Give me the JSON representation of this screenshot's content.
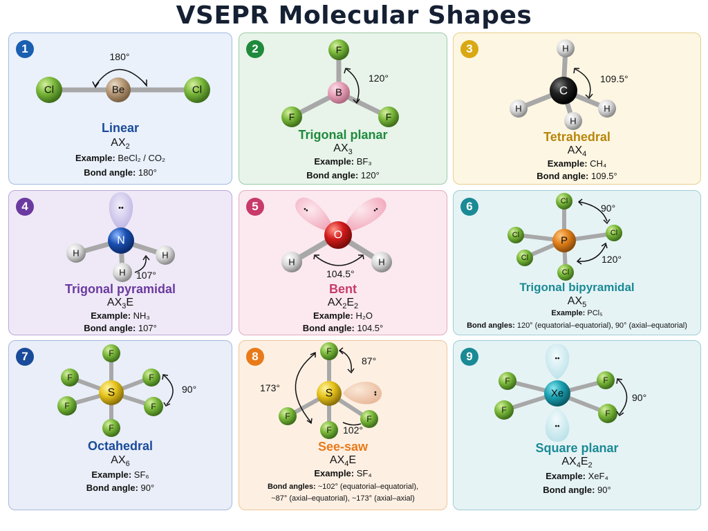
{
  "title": "VSEPR Molecular Shapes",
  "cards": [
    {
      "num": "1",
      "shape": "Linear",
      "formula": "AX₂",
      "example_label": "Example:",
      "example": "BeCl₂ / CO₂",
      "angle_label": "Bond angle:",
      "angle": "180°",
      "angle_mark": "180°",
      "central": "Be",
      "ligand": "Cl"
    },
    {
      "num": "2",
      "shape": "Trigonal planar",
      "formula": "AX₃",
      "example_label": "Example:",
      "example": "BF₃",
      "angle_label": "Bond angle:",
      "angle": "120°",
      "angle_mark": "120°",
      "central": "B",
      "ligand": "F"
    },
    {
      "num": "3",
      "shape": "Tetrahedral",
      "formula": "AX₄",
      "example_label": "Example:",
      "example": "CH₄",
      "angle_label": "Bond angle:",
      "angle": "109.5°",
      "angle_mark": "109.5°",
      "central": "C",
      "ligand": "H"
    },
    {
      "num": "4",
      "shape": "Trigonal pyramidal",
      "formula": "AX₃E",
      "example_label": "Example:",
      "example": "NH₃",
      "angle_label": "Bond angle:",
      "angle": "107°",
      "angle_mark": "107°",
      "central": "N",
      "ligand": "H"
    },
    {
      "num": "5",
      "shape": "Bent",
      "formula": "AX₂E₂",
      "example_label": "Example:",
      "example": "H₂O",
      "angle_label": "Bond angle:",
      "angle": "104.5°",
      "angle_mark": "104.5°",
      "central": "O",
      "ligand": "H"
    },
    {
      "num": "6",
      "shape": "Trigonal bipyramidal",
      "formula": "AX₅",
      "example_label": "Example:",
      "example": "PCl₅",
      "angle_label": "Bond angles:",
      "angle": "120° (equatorial–equatorial), 90° (axial–equatorial)",
      "angle_mark_a": "90°",
      "angle_mark_b": "120°",
      "central": "P",
      "ligand": "Cl"
    },
    {
      "num": "7",
      "shape": "Octahedral",
      "formula": "AX₆",
      "example_label": "Example:",
      "example": "SF₆",
      "angle_label": "Bond angle:",
      "angle": "90°",
      "angle_mark": "90°",
      "central": "S",
      "ligand": "F"
    },
    {
      "num": "8",
      "shape": "See-saw",
      "formula": "AX₄E",
      "example_label": "Example:",
      "example": "SF₄",
      "angle_label": "Bond angles:",
      "angle": "~102° (equatorial–equatorial),",
      "angle_line2": "~87° (axial–equatorial), ~173° (axial–axial)",
      "angle_mark_a": "87°",
      "angle_mark_b": "173°",
      "angle_mark_c": "102°",
      "central": "S",
      "ligand": "F"
    },
    {
      "num": "9",
      "shape": "Square planar",
      "formula": "AX₄E₂",
      "example_label": "Example:",
      "example": "XeF₄",
      "angle_label": "Bond angle:",
      "angle": "90°",
      "angle_mark": "90°",
      "central": "Xe",
      "ligand": "F"
    }
  ],
  "lone_pair_dots": "••",
  "colors": {
    "card1": "#1a5fb0",
    "card2": "#1f8a3c",
    "card3": "#c99a10",
    "card4": "#6a3aa0",
    "card5": "#c83a6a",
    "card6": "#1a8a95",
    "card7": "#1a4a9a",
    "card8": "#e87a1a",
    "card9": "#1a8a95"
  }
}
